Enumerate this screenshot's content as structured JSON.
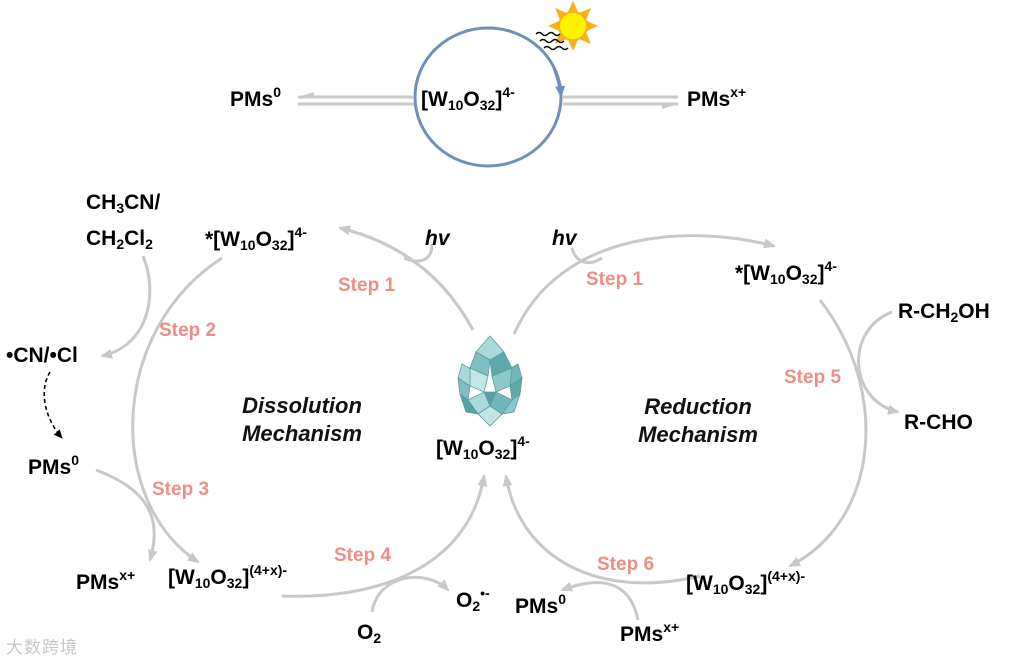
{
  "top": {
    "left_species": {
      "base": "PMs",
      "sup": "0"
    },
    "right_species": {
      "base": "PMs",
      "sup": "x+"
    },
    "catalyst": {
      "pre": "[W",
      "sub1": "10",
      "mid": "O",
      "sub2": "32",
      "post": "]",
      "sup": "4-"
    }
  },
  "left_cycle": {
    "solvent_line1": {
      "p1": "CH",
      "s1": "3",
      "p2": "CN/"
    },
    "solvent_line2": {
      "p1": "CH",
      "s1": "2",
      "p2": "Cl",
      "s2": "2"
    },
    "radicals": "•CN/•Cl",
    "pms0": {
      "base": "PMs",
      "sup": "0"
    },
    "pmsx": {
      "base": "PMs",
      "sup": "x+"
    },
    "excited": {
      "pre": "*[W",
      "sub1": "10",
      "mid": "O",
      "sub2": "32",
      "post": "]",
      "sup": "4-"
    },
    "reduced": {
      "pre": "[W",
      "sub1": "10",
      "mid": "O",
      "sub2": "32",
      "post": "]",
      "sup": "(4+x)-"
    },
    "hv": "hv",
    "o2": {
      "base": "O",
      "sub": "2"
    },
    "superoxide": {
      "base": "O",
      "sub": "2",
      "sup": "•-"
    },
    "title_line1": "Dissolution",
    "title_line2": "Mechanism",
    "steps": [
      "Step 1",
      "Step 2",
      "Step 3",
      "Step 4"
    ]
  },
  "center": {
    "catalyst": {
      "pre": "[W",
      "sub1": "10",
      "mid": "O",
      "sub2": "32",
      "post": "]",
      "sup": "4-"
    }
  },
  "right_cycle": {
    "hv": "hv",
    "excited": {
      "pre": "*[W",
      "sub1": "10",
      "mid": "O",
      "sub2": "32",
      "post": "]",
      "sup": "4-"
    },
    "alcohol": {
      "p1": "R-CH",
      "s1": "2",
      "p2": "OH"
    },
    "aldehyde": "R-CHO",
    "reduced": {
      "pre": "[W",
      "sub1": "10",
      "mid": "O",
      "sub2": "32",
      "post": "]",
      "sup": "(4+x)-"
    },
    "pms0": {
      "base": "PMs",
      "sup": "0"
    },
    "pmsx": {
      "base": "PMs",
      "sup": "x+"
    },
    "title_line1": "Reduction",
    "title_line2": "Mechanism",
    "steps": [
      "Step 1",
      "Step 5",
      "Step 6"
    ]
  },
  "watermark": "大数跨境",
  "colors": {
    "arrow_gray": "#c8c8c8",
    "step_text": "#ef8d85",
    "cycle_blue": "#6d8fb8",
    "sun_yellow": "#fff200",
    "sun_orange": "#f7b21a",
    "polyoxometalate": "#8ec9cb"
  }
}
